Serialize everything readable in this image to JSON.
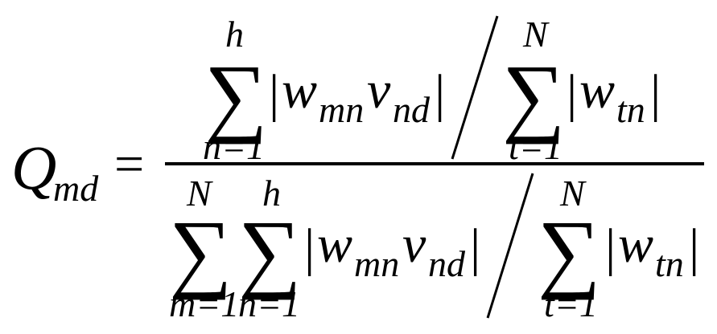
{
  "formula": {
    "lhs": {
      "symbol": "Q",
      "subscript": "md",
      "equals": "="
    },
    "numerator": {
      "sum1": {
        "operator": "∑",
        "upper": "h",
        "lower": "n=1"
      },
      "abs1": {
        "open": "|",
        "w": "w",
        "w_sub": "mn",
        "v": "v",
        "v_sub": "nd",
        "close": "|"
      },
      "divider": "/",
      "sum2": {
        "operator": "∑",
        "upper": "N",
        "lower": "t=1"
      },
      "abs2": {
        "open": "|",
        "w": "w",
        "w_sub": "tn",
        "close": "|"
      }
    },
    "denominator": {
      "sum1": {
        "operator": "∑",
        "upper": "N",
        "lower": "m=1"
      },
      "sum2": {
        "operator": "∑",
        "upper": "h",
        "lower": "n=1"
      },
      "abs1": {
        "open": "|",
        "w": "w",
        "w_sub": "mn",
        "v": "v",
        "v_sub": "nd",
        "close": "|"
      },
      "divider": "/",
      "sum3": {
        "operator": "∑",
        "upper": "N",
        "lower": "t=1"
      },
      "abs2": {
        "open": "|",
        "w": "w",
        "w_sub": "tn",
        "close": "|"
      }
    },
    "colors": {
      "ink": "#000000",
      "background": "#ffffff"
    }
  }
}
